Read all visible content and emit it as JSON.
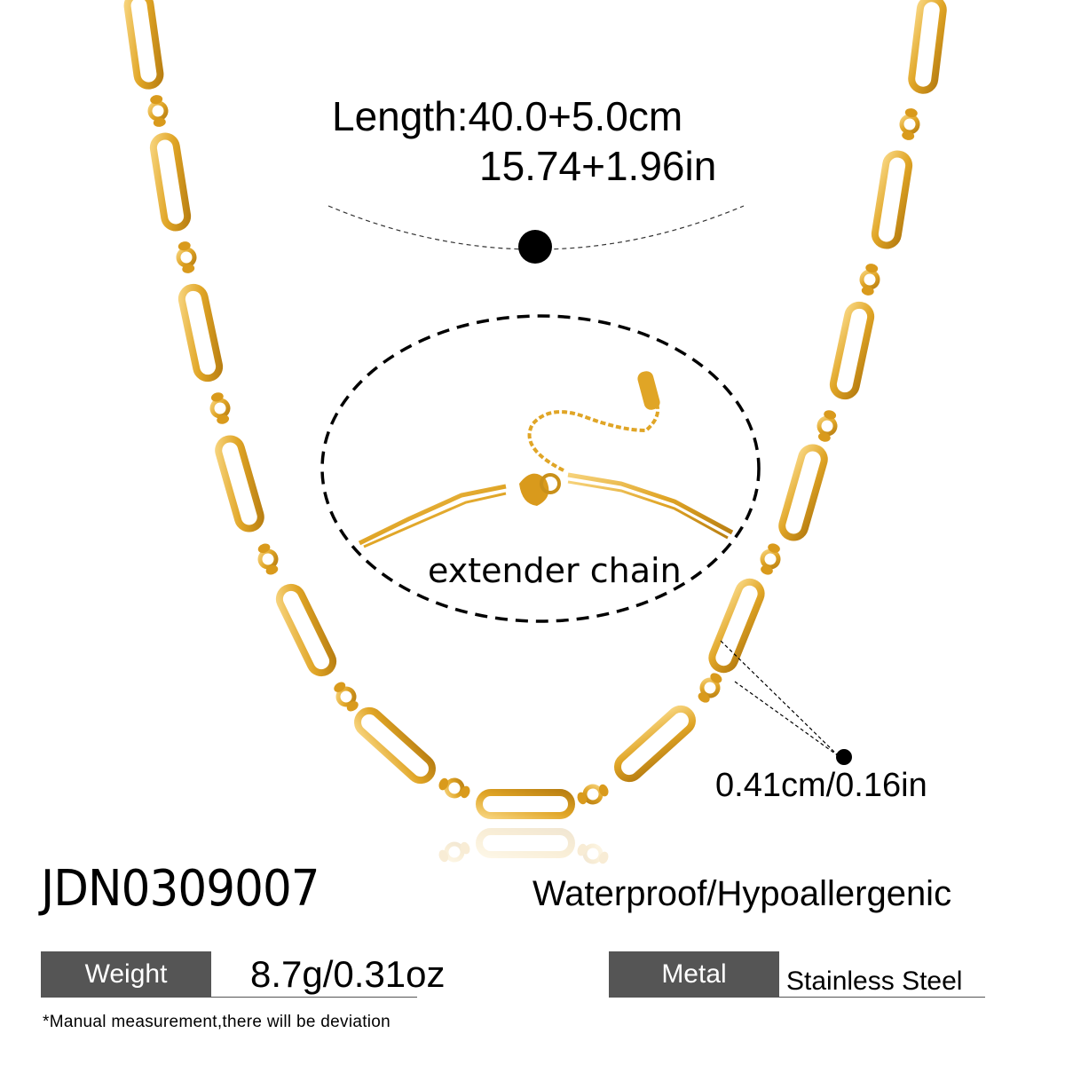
{
  "product": {
    "sku": "JDN0309007",
    "feature": "Waterproof/Hypoallergenic",
    "length": {
      "metric": "Length:40.0+5.0cm",
      "imperial": "15.74+1.96in"
    },
    "extender_label": "extender chain",
    "link_width": "0.41cm/0.16in",
    "specs": {
      "weight": {
        "label": "Weight",
        "value": "8.7g/0.31oz"
      },
      "metal": {
        "label": "Metal",
        "value": "Stainless Steel"
      }
    },
    "note": "*Manual measurement,there will be deviation"
  },
  "colors": {
    "gold": "#E0A526",
    "gold_dark": "#B97F12",
    "gold_light": "#F6D27A",
    "tag_bg": "#555555",
    "text": "#000000",
    "background": "#FFFFFF"
  }
}
